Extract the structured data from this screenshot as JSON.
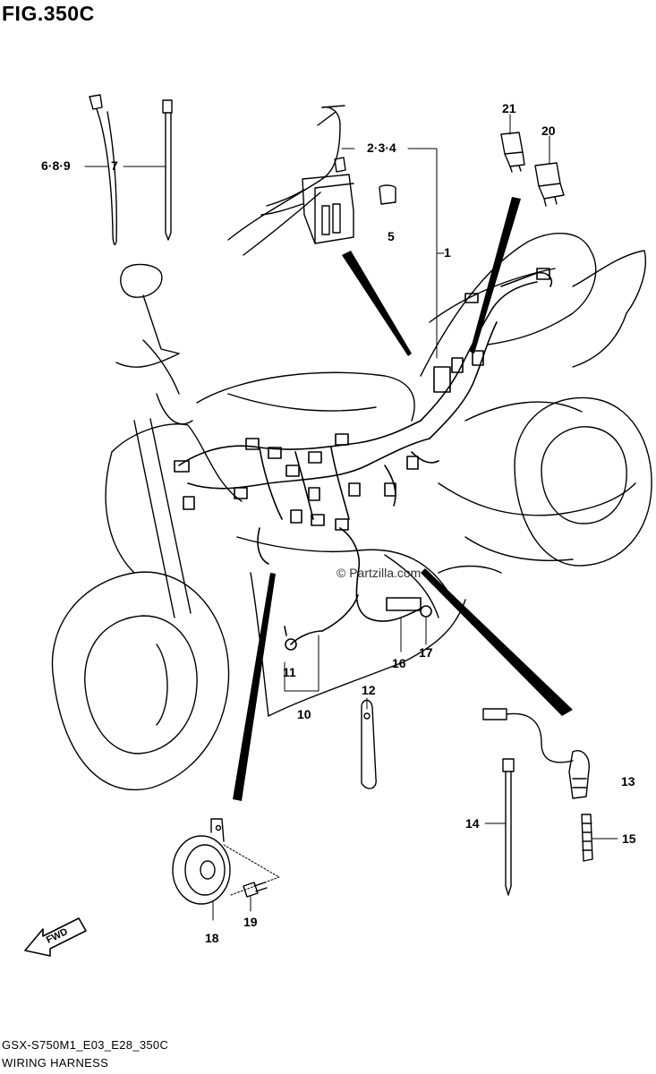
{
  "figure": {
    "title": "FIG.350C",
    "model_code": "GSX-S750M1_E03_E28_350C",
    "section_name": "WIRING HARNESS",
    "watermark": "© Partzilla.com",
    "fwd_label": "FWD"
  },
  "callouts": [
    {
      "id": "c-1",
      "label": "1"
    },
    {
      "id": "c-234",
      "label": "2·3·4"
    },
    {
      "id": "c-5",
      "label": "5"
    },
    {
      "id": "c-689",
      "label": "6·8·9"
    },
    {
      "id": "c-7",
      "label": "7"
    },
    {
      "id": "c-10",
      "label": "10"
    },
    {
      "id": "c-11",
      "label": "11"
    },
    {
      "id": "c-12",
      "label": "12"
    },
    {
      "id": "c-13",
      "label": "13"
    },
    {
      "id": "c-14",
      "label": "14"
    },
    {
      "id": "c-15",
      "label": "15"
    },
    {
      "id": "c-16",
      "label": "16"
    },
    {
      "id": "c-17",
      "label": "17"
    },
    {
      "id": "c-18",
      "label": "18"
    },
    {
      "id": "c-19",
      "label": "19"
    },
    {
      "id": "c-20",
      "label": "20"
    },
    {
      "id": "c-21",
      "label": "21"
    }
  ]
}
